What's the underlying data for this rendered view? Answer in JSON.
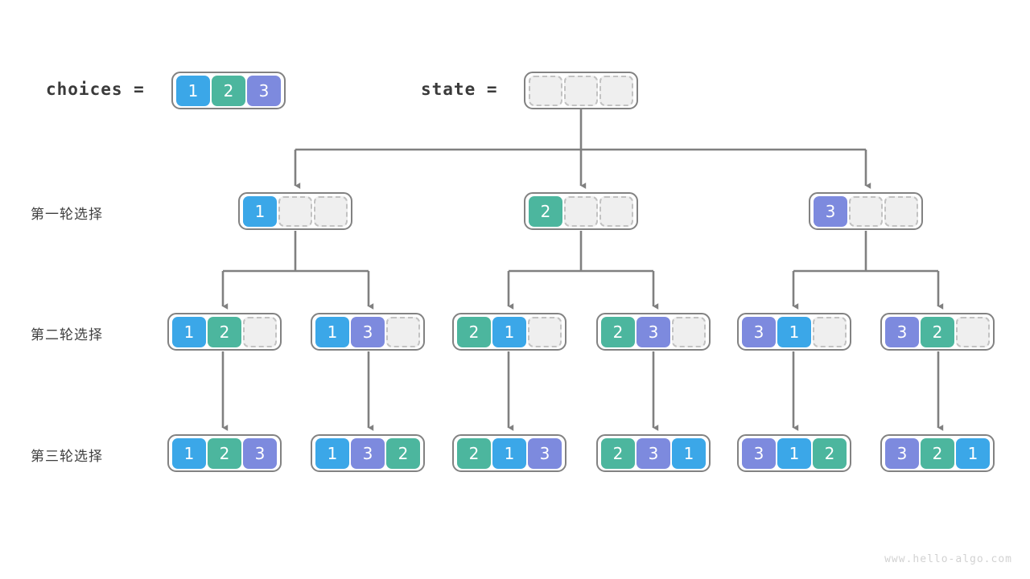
{
  "diagram": {
    "title": "permutations-backtracking-tree",
    "watermark": "www.hello-algo.com",
    "colors": {
      "one": "#3ba7e8",
      "two": "#4cb69e",
      "three": "#7d8ade",
      "empty_fill": "#efefef",
      "empty_border": "#c2c2c2",
      "node_border": "#828282",
      "edge": "#808080",
      "text": "#3f3f3f",
      "watermark": "#d2d2d2",
      "background": "#ffffff"
    }
  },
  "header": {
    "choices_label": "choices =",
    "state_label": "state =",
    "choices_values": [
      "1",
      "2",
      "3"
    ],
    "state_values": [
      "",
      "",
      ""
    ]
  },
  "row_labels": [
    {
      "text": "第一轮选择"
    },
    {
      "text": "第二轮选择"
    },
    {
      "text": "第三轮选择"
    }
  ],
  "levels": [
    {
      "name": "round-1",
      "label": "第一轮选择",
      "nodes": [
        {
          "values": [
            "1",
            "",
            ""
          ]
        },
        {
          "values": [
            "2",
            "",
            ""
          ]
        },
        {
          "values": [
            "3",
            "",
            ""
          ]
        }
      ]
    },
    {
      "name": "round-2",
      "label": "第二轮选择",
      "nodes": [
        {
          "values": [
            "1",
            "2",
            ""
          ]
        },
        {
          "values": [
            "1",
            "3",
            ""
          ]
        },
        {
          "values": [
            "2",
            "1",
            ""
          ]
        },
        {
          "values": [
            "2",
            "3",
            ""
          ]
        },
        {
          "values": [
            "3",
            "1",
            ""
          ]
        },
        {
          "values": [
            "3",
            "2",
            ""
          ]
        }
      ]
    },
    {
      "name": "round-3",
      "label": "第三轮选择",
      "nodes": [
        {
          "values": [
            "1",
            "2",
            "3"
          ]
        },
        {
          "values": [
            "1",
            "3",
            "2"
          ]
        },
        {
          "values": [
            "2",
            "1",
            "3"
          ]
        },
        {
          "values": [
            "2",
            "3",
            "1"
          ]
        },
        {
          "values": [
            "3",
            "1",
            "2"
          ]
        },
        {
          "values": [
            "3",
            "2",
            "1"
          ]
        }
      ]
    }
  ]
}
